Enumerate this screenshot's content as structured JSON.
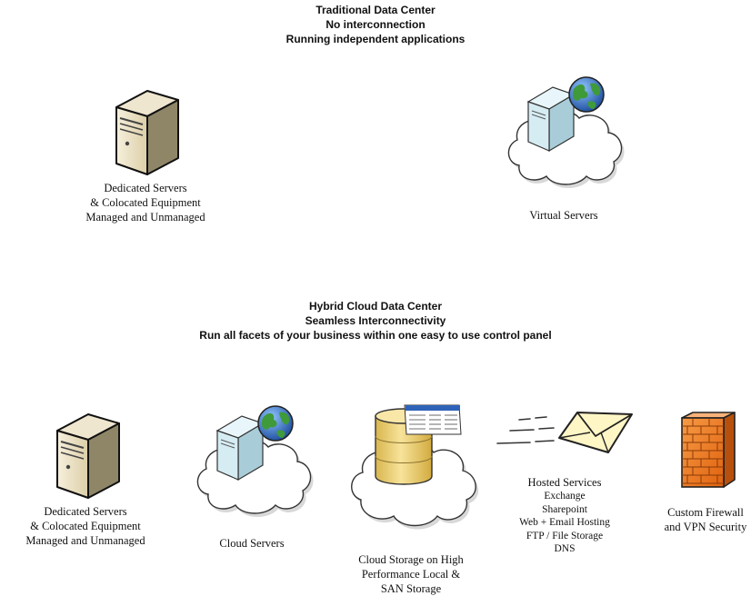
{
  "traditional": {
    "title": "Traditional Data Center",
    "subtitle": "No interconnection",
    "tagline": "Running independent applications",
    "dedicated": [
      "Dedicated Servers",
      "& Colocated Equipment",
      "Managed and Unmanaged"
    ],
    "virtual": "Virtual Servers"
  },
  "hybrid": {
    "title": "Hybrid Cloud Data Center",
    "subtitle": "Seamless Interconnectivity",
    "tagline": "Run all facets of your business within one easy to use control panel",
    "dedicated": [
      "Dedicated Servers",
      "& Colocated Equipment",
      "Managed and Unmanaged"
    ],
    "cloud_servers": "Cloud Servers",
    "storage": [
      "Cloud Storage on High",
      "Performance Local &",
      "SAN Storage"
    ],
    "hosted": {
      "title": "Hosted Services",
      "items": [
        "Exchange",
        "Sharepoint",
        "Web + Email Hosting",
        "FTP / File Storage",
        "DNS"
      ]
    },
    "firewall": [
      "Custom Firewall",
      "and VPN Security"
    ]
  },
  "colors": {
    "server_front": "#efe4c8",
    "cloud_server": "#cfe8ef",
    "storage_cylinder": "#f0d37a",
    "envelope": "#fff6c6",
    "firewall": "#f07a22",
    "globe_ocean": "#2e63b8",
    "globe_land": "#3f9a3a"
  },
  "icons": [
    "server-tower-icon",
    "cloud-server-icon",
    "globe-icon",
    "storage-cylinder-icon",
    "email-envelope-icon",
    "firewall-icon",
    "cloud-icon"
  ]
}
